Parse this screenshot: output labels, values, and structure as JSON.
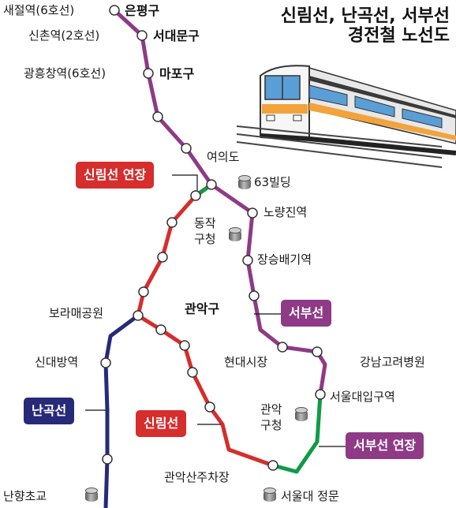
{
  "title": {
    "line1": "신림선, 난곡선, 서부선",
    "line2": "경전철 노선도"
  },
  "colors": {
    "sillim": "#d62d2d",
    "nangok": "#262a78",
    "seobu": "#8e3a86",
    "seobu_ext": "#109a48",
    "tag_red": "#d62d2d",
    "tag_purple": "#8e3a86",
    "tag_navy": "#262a78"
  },
  "line_tags": {
    "sillim_ext": "신림선 연장",
    "seobu": "서부선",
    "nangok": "난곡선",
    "sillim": "신림선",
    "seobu_ext": "서부선 연장"
  },
  "districts": {
    "eunpyeong": "은평구",
    "seodaemun": "서대문구",
    "mapo": "마포구",
    "gwanak": "관악구"
  },
  "stations": {
    "saejeol": "새절역(6호선)",
    "sinchon": "신촌역(2호선)",
    "gwangheungchang": "광흥창역(6호선)",
    "yeouido": "여의도",
    "noryangjin": "노량진역",
    "janseungbaegi": "장승배기역",
    "borame": "보라매공원",
    "sindaebang": "신대방역",
    "hyundai_market": "현대시장",
    "snu_entrance": "서울대입구역",
    "gwanaksan": "관악산주차장"
  },
  "landmarks": {
    "bldg63": "63빌딩",
    "dongjak_line1": "동작",
    "dongjak_line2": "구청",
    "gwanak_office_line1": "관악",
    "gwanak_office_line2": "구청",
    "gangnam_hospital": "강남고려병원",
    "nanhyang_school": "난향초교",
    "snu_gate": "서울대 정문"
  },
  "illustration": {
    "subject": "light-rail-train"
  }
}
